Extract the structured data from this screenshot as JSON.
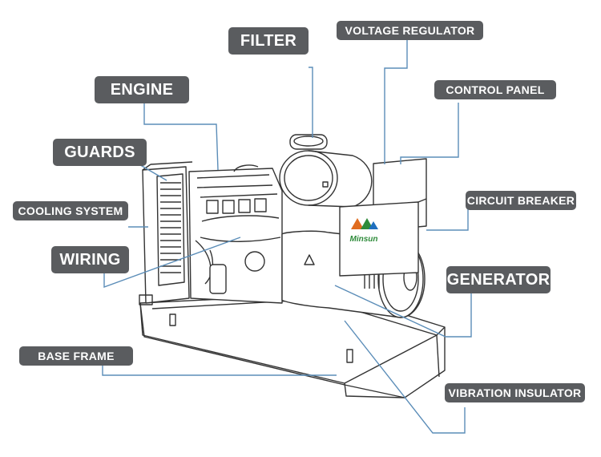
{
  "brand": {
    "logo_text": "Minsun",
    "logo_color": "#2e8b3a"
  },
  "colors": {
    "label_bg": "#5a5c5f",
    "label_text": "#ffffff",
    "leader": "#5b8db8",
    "drawing": "#333333"
  },
  "labels": {
    "filter": "FILTER",
    "voltage_regulator": "VOLTAGE REGULATOR",
    "engine": "ENGINE",
    "control_panel": "CONTROL PANEL",
    "guards": "GUARDS",
    "cooling_system": "COOLING SYSTEM",
    "circuit_breaker": "CIRCUIT BREAKER",
    "wiring": "WIRING",
    "generator": "GENERATOR",
    "base_frame": "BASE FRAME",
    "vibration_insulator": "VIBRATION INSULATOR"
  }
}
